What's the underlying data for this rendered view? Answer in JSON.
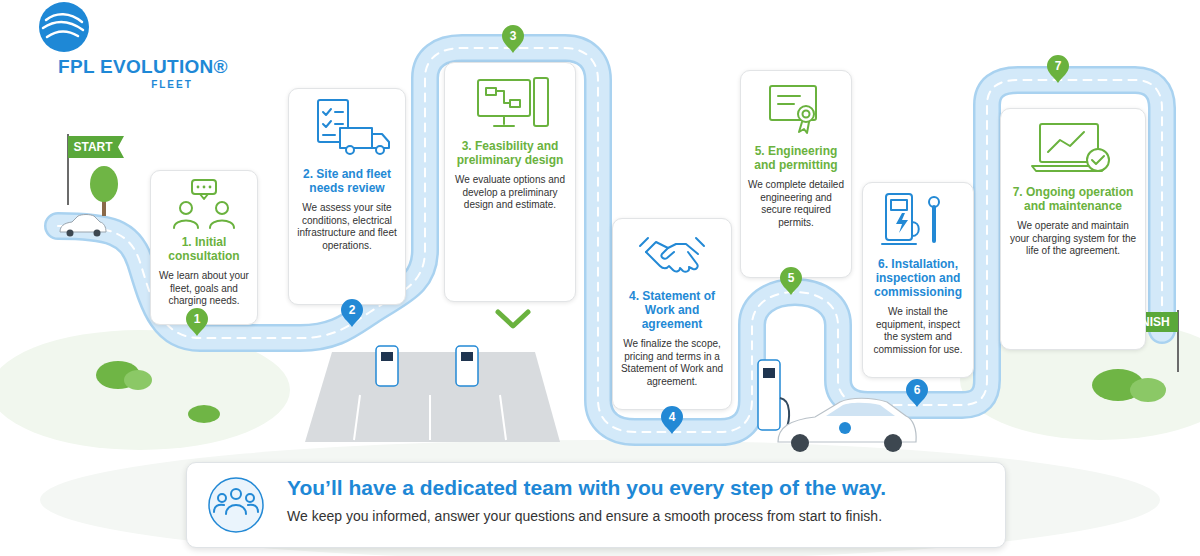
{
  "diagram": {
    "nodes": [
      {
        "text": [
          "1. Initial consultation",
          "We learn about your fleet, goals and charging needs."
        ]
      },
      {
        "text": [
          "2. Site and fleet needs review",
          "We assess your site conditions, electrical infrastructure and fleet operations."
        ]
      },
      {
        "text": [
          "3. Feasibility and preliminary design",
          "We evaluate options and develop a preliminary design and estimate."
        ]
      },
      {
        "text": [
          "4. Statement of Work and agreement",
          "We finalize the scope, pricing and terms in a Statement of Work and agreement."
        ]
      },
      {
        "text": [
          "5. Engineering and permitting",
          "We complete detailed engineering and secure required permits."
        ]
      },
      {
        "text": [
          "6. Installation, inspection and commissioning",
          "We install the equipment, inspect the system and commission for use."
        ]
      },
      {
        "text": [
          "7. Ongoing operation and maintenance",
          "We operate and maintain your charging system for the life of the agreement."
        ]
      },
      {
        "text": [
          "You’ll have a dedicated team with you every step of the way.",
          "We keep you informed, answer your questions and ensure a smooth process from start to finish."
        ]
      }
    ],
    "labels": [
      "FPL EVOLUTION®",
      "FLEET",
      "START",
      "1",
      "2",
      "3",
      "4",
      "5",
      "6",
      "7",
      "FINISH"
    ]
  }
}
